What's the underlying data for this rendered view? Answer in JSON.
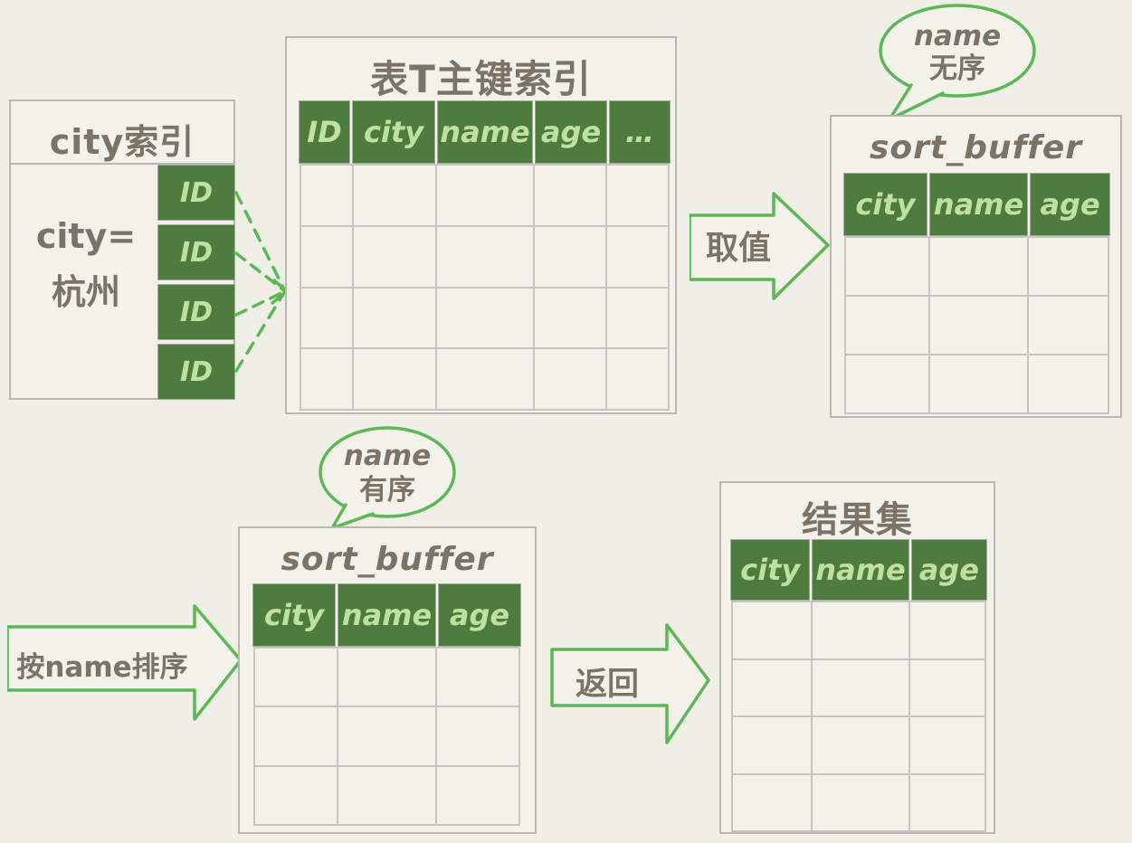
{
  "colors": {
    "background": "#efeee7",
    "table_fill": "#f2f1ea",
    "header_green": "#4d7c3e",
    "header_text_green": "#c0e0a2",
    "stroke_green": "#5cb854",
    "text_brown": "#7b7365",
    "border_gray": "#b7b6b0"
  },
  "city_index": {
    "title": "city索引",
    "condition_line1": "city=",
    "condition_line2": "杭州",
    "id_cells": [
      "ID",
      "ID",
      "ID",
      "ID"
    ]
  },
  "primary_index": {
    "title": "表T主键索引",
    "columns": [
      "ID",
      "city",
      "name",
      "age",
      "…"
    ],
    "empty_rows": 4
  },
  "sort_buffer_unsorted": {
    "title": "sort_buffer",
    "columns": [
      "city",
      "name",
      "age"
    ],
    "empty_rows": 3,
    "bubble_line1": "name",
    "bubble_line2": "无序"
  },
  "sort_buffer_sorted": {
    "title": "sort_buffer",
    "columns": [
      "city",
      "name",
      "age"
    ],
    "empty_rows": 3,
    "bubble_line1": "name",
    "bubble_line2": "有序"
  },
  "result_set": {
    "title": "结果集",
    "columns": [
      "city",
      "name",
      "age"
    ],
    "empty_rows": 4
  },
  "arrows": {
    "fetch_label": "取值",
    "sort_label": "按name排序",
    "return_label": "返回"
  }
}
